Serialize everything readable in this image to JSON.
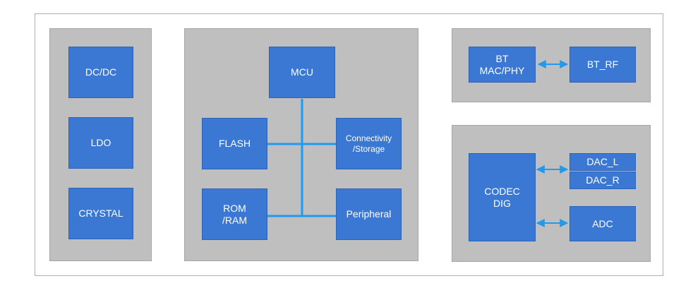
{
  "power_panel": {
    "blocks": [
      "DC/DC",
      "LDO",
      "CRYSTAL"
    ]
  },
  "core_panel": {
    "mcu": "MCU",
    "flash": "FLASH",
    "connectivity": "Connectivity\n/Storage",
    "rom_ram": "ROM\n/RAM",
    "peripheral": "Peripheral"
  },
  "bt_panel": {
    "mac_phy": "BT\nMAC/PHY",
    "rf": "BT_RF"
  },
  "audio_panel": {
    "codec": "CODEC\nDIG",
    "dac_l": "DAC_L",
    "dac_r": "DAC_R",
    "adc": "ADC"
  },
  "colors": {
    "panel": "#bfbfbf",
    "block": "#3a78d4",
    "bus": "#1e9bf0",
    "frame": "#9fb3c8"
  }
}
